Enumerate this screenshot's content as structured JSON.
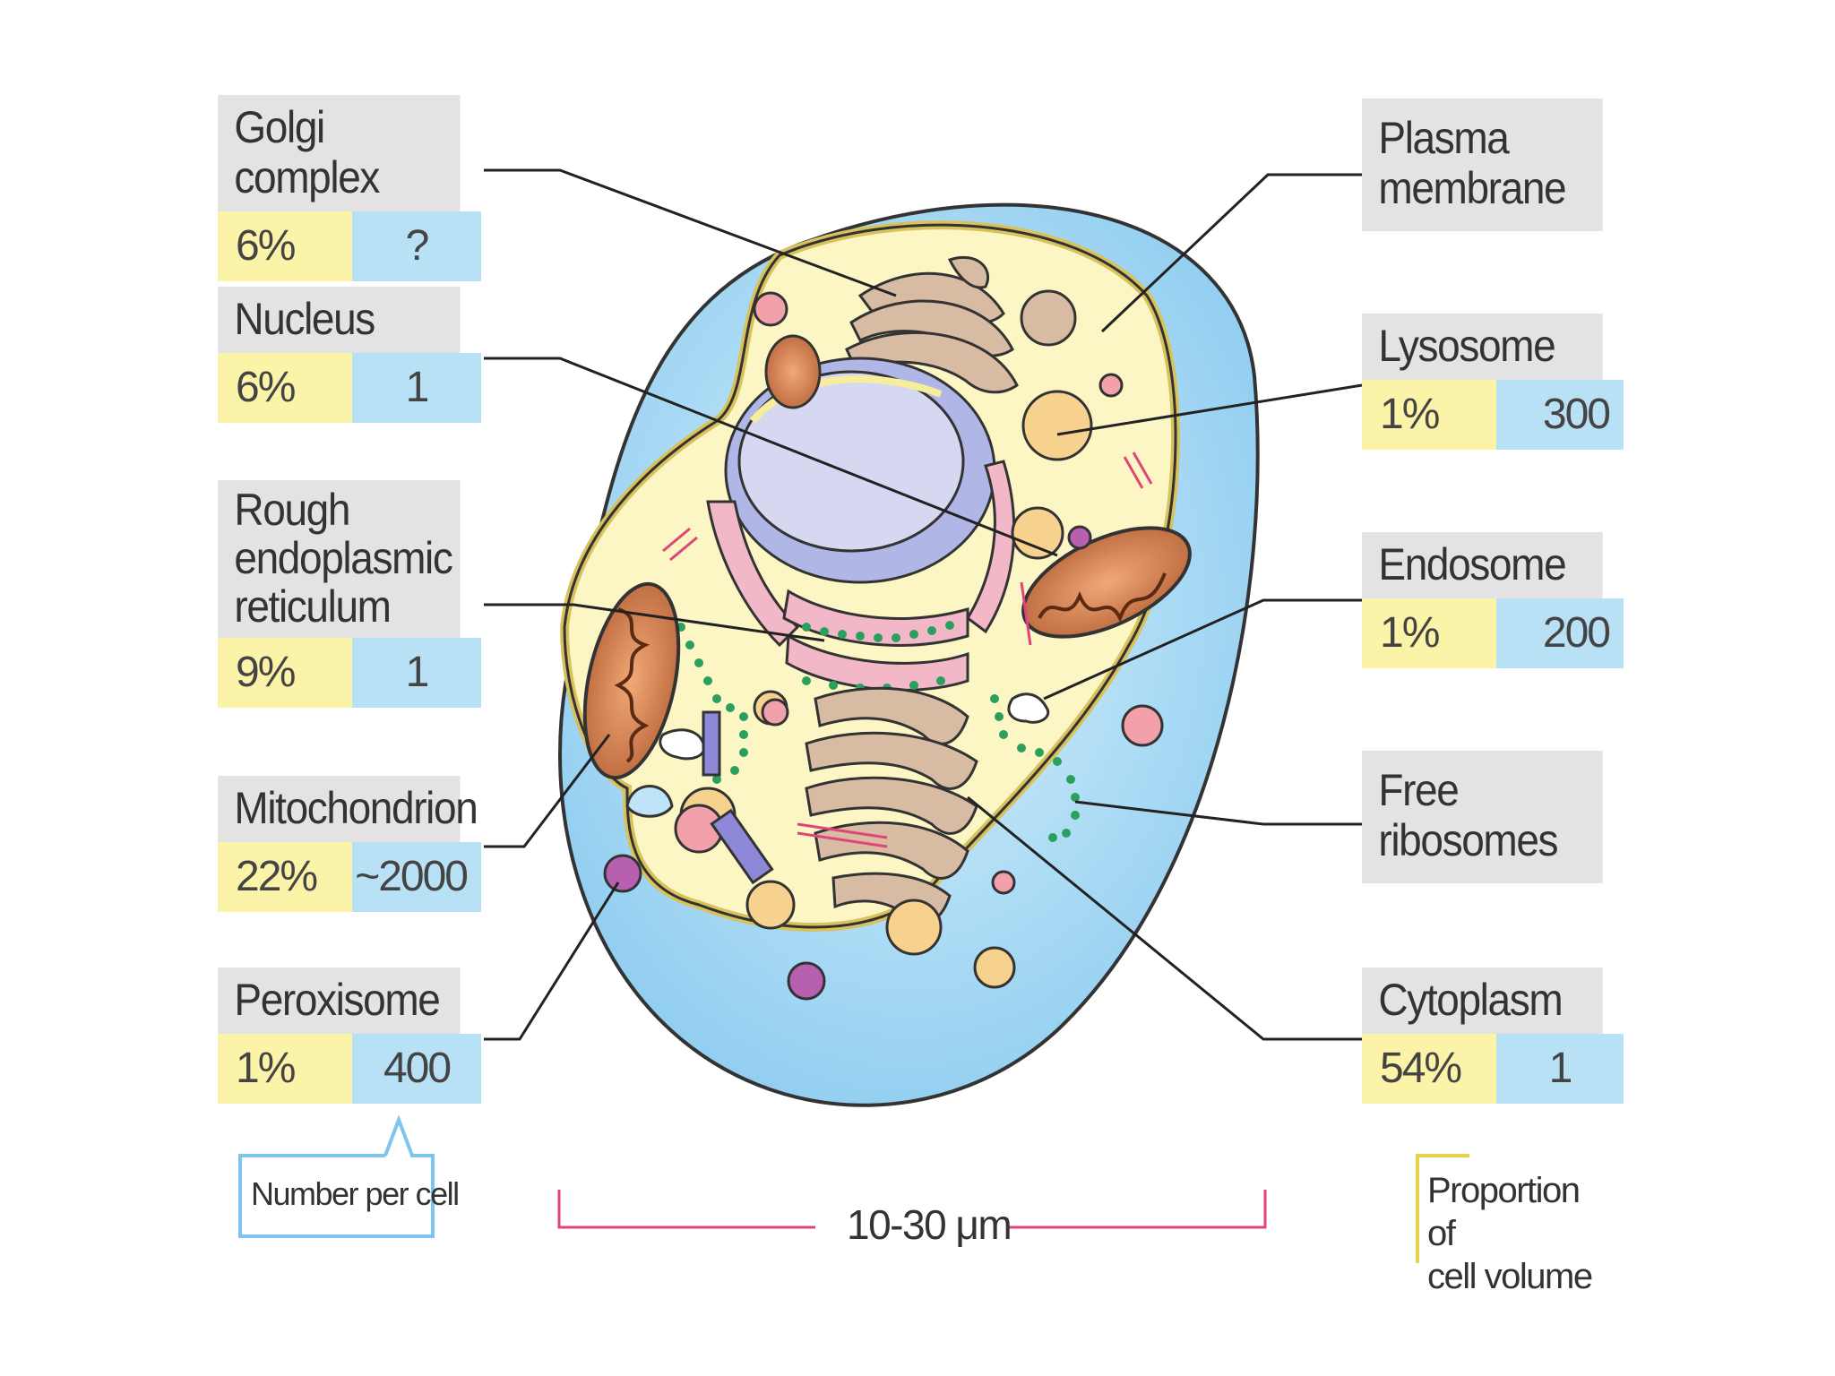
{
  "organelles": {
    "golgi": {
      "name": "Golgi complex",
      "volume": "6%",
      "count": "?"
    },
    "nucleus": {
      "name": "Nucleus",
      "volume": "6%",
      "count": "1"
    },
    "rough_er": {
      "name": "Rough\nendoplasmic\nreticulum",
      "volume": "9%",
      "count": "1"
    },
    "mitochondrion": {
      "name": "Mitochondrion",
      "volume": "22%",
      "count": "~2000"
    },
    "peroxisome": {
      "name": "Peroxisome",
      "volume": "1%",
      "count": "400"
    },
    "plasma_membrane": {
      "name": "Plasma\nmembrane"
    },
    "lysosome": {
      "name": "Lysosome",
      "volume": "1%",
      "count": "300"
    },
    "endosome": {
      "name": "Endosome",
      "volume": "1%",
      "count": "200"
    },
    "free_ribosomes": {
      "name": "Free\nribosomes"
    },
    "cytoplasm": {
      "name": "Cytoplasm",
      "volume": "54%",
      "count": "1"
    }
  },
  "legend": {
    "number_per_cell": "Number per cell",
    "proportion": "Proportion of\ncell volume"
  },
  "scale": {
    "label": "10-30 μm"
  },
  "colors": {
    "volume_fill": "#fbf3a8",
    "count_fill": "#b8e1f6",
    "label_fill": "#e3e3e3",
    "scale_bar": "#e0457a",
    "cell_outer": "#bfe3f7",
    "cell_inner": "#fbf6c4"
  }
}
